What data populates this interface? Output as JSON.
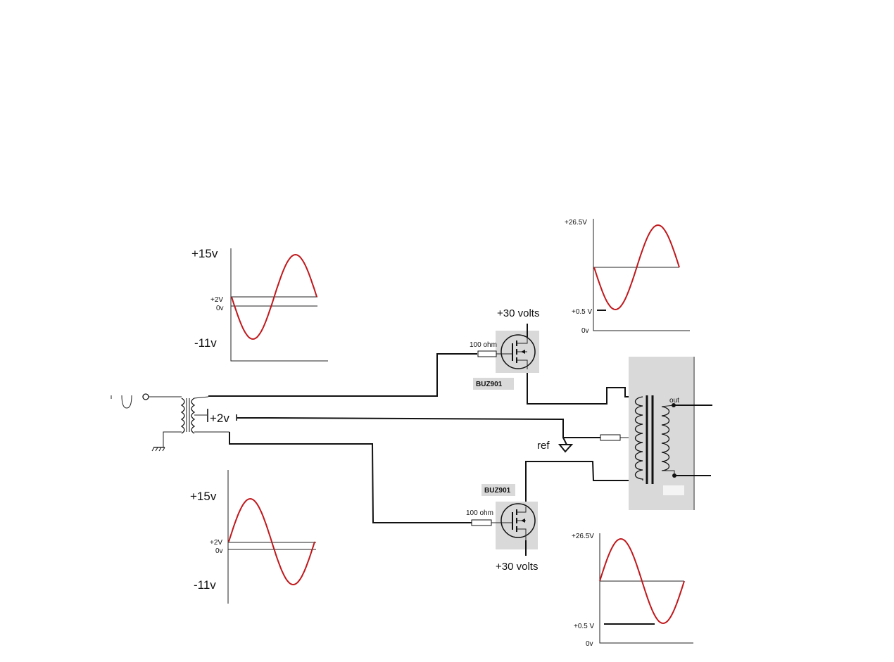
{
  "transistor_part": "BUZ901",
  "resistor_label": "100 ohm",
  "supply_label": "+30 volts",
  "bias_label": "+2v",
  "ref_label": "ref",
  "out_label": "out",
  "input_graphs": {
    "max_label": "+15v",
    "min_label": "-11v",
    "bias_label": "+2V",
    "zero_label": "0v"
  },
  "output_graphs": {
    "max_label": "+26.5V",
    "min_label_top": "+0.5 V",
    "min_label_bottom": "+0.5 V",
    "zero_label": "0v"
  },
  "colors": {
    "waveform": "#c0181c",
    "wire": "#111111",
    "device_shade": "#d9d9d9"
  }
}
